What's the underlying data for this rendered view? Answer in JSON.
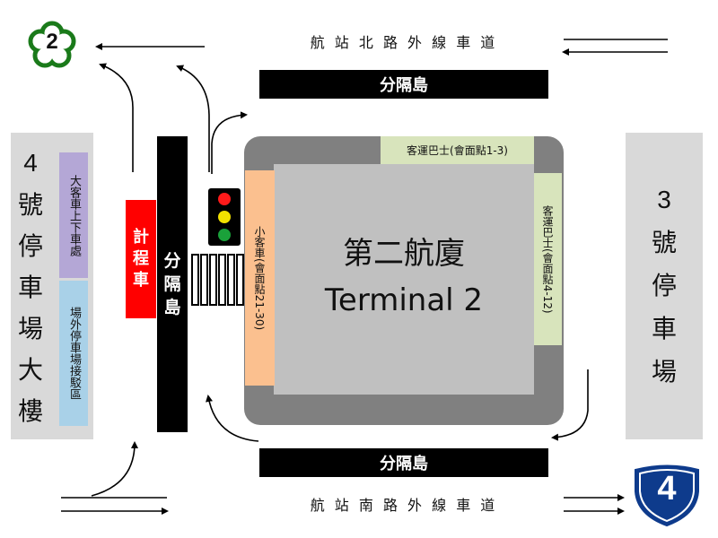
{
  "north_road": "航 站 北 路 外 線 車 道",
  "south_road": "航 站 南 路 外 線 車 道",
  "divider_top": "分隔島",
  "divider_bottom": "分隔島",
  "divider_vertical": [
    "分",
    "隔",
    "島"
  ],
  "taxi": [
    "計",
    "程",
    "車"
  ],
  "terminal_title": "第二航廈",
  "terminal_en": "Terminal 2",
  "bus_top": "客運巴士(會面點1-3)",
  "bus_right": "客運巴士(會面點4-12)",
  "car_left": "小客車(會面點21-30)",
  "p4": {
    "number": "4",
    "label": [
      "號",
      "停",
      "車",
      "場",
      "大",
      "樓"
    ],
    "bus_zone": "大客車上下車處",
    "shuttle_zone": "場外停車場接駁區"
  },
  "p3": {
    "number": "3",
    "label": [
      "號",
      "停",
      "車",
      "場"
    ]
  },
  "route2": "2",
  "route4": "4",
  "colors": {
    "black": "#000000",
    "taxi_red": "#ff0000",
    "terminal_gray": "#c0c0c0",
    "road_gray": "#808080",
    "bus_green": "#d8e4bc",
    "car_orange": "#fbc08f",
    "lot_gray": "#d9d9d9",
    "purple": "#b4a7d6",
    "lightblue": "#a9d1e8",
    "route2_green": "#1a7a1a",
    "route4_blue": "#0e3b8c"
  }
}
